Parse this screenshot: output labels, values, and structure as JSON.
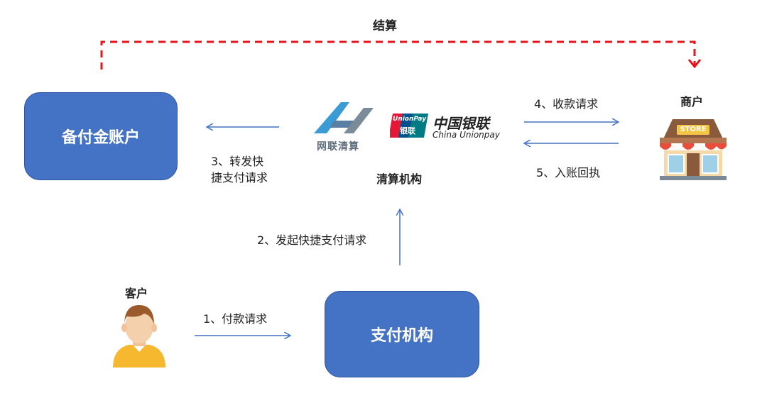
{
  "top": {
    "settlement_label": "结算"
  },
  "nodes": {
    "reserve_account": "备付金账户",
    "payment_institution": "支付机构",
    "clearing_institution": "清算机构",
    "merchant": "商户",
    "customer": "客户"
  },
  "logos": {
    "netsunion_name": "网联清算",
    "unionpay_cn": "中国银联",
    "unionpay_en": "China Unionpay",
    "unionpay_badge_top": "UnionPay",
    "unionpay_badge_bottom": "银联"
  },
  "store_sign": "STORE",
  "steps": {
    "s1": "1、付款请求",
    "s2": "2、发起快捷支付请求",
    "s3_line1": "3、转发快",
    "s3_line2": "捷支付请求",
    "s4": "4、收款请求",
    "s5": "5、入账回执"
  },
  "colors": {
    "box_fill": "#4472c4",
    "arrow_blue": "#4472c4",
    "dashed_red": "#e8141b",
    "netsunion_blue": "#3a9bd5",
    "unionpay_red": "#e21836",
    "unionpay_blue": "#00508e",
    "unionpay_green": "#007b84"
  }
}
